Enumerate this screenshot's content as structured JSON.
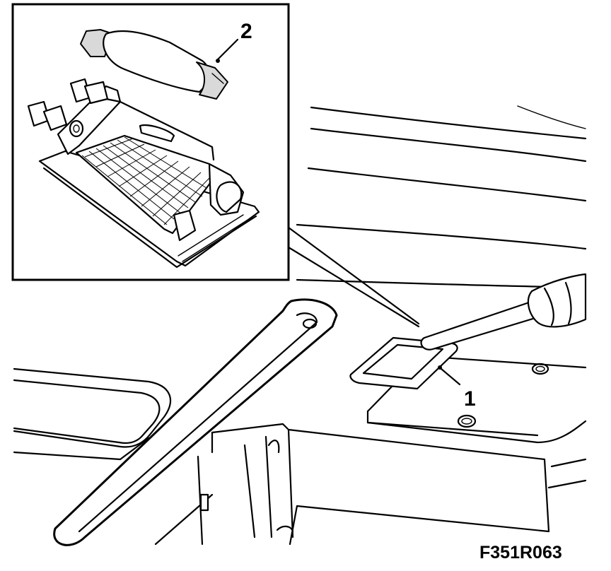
{
  "diagram": {
    "figure_code": "F351R063",
    "callouts": [
      {
        "id": "callout-1",
        "text": "1"
      },
      {
        "id": "callout-2",
        "text": "2"
      }
    ]
  },
  "colors": {
    "ink": "#000000",
    "paper": "#ffffff",
    "shade": "#d9d9d9"
  }
}
